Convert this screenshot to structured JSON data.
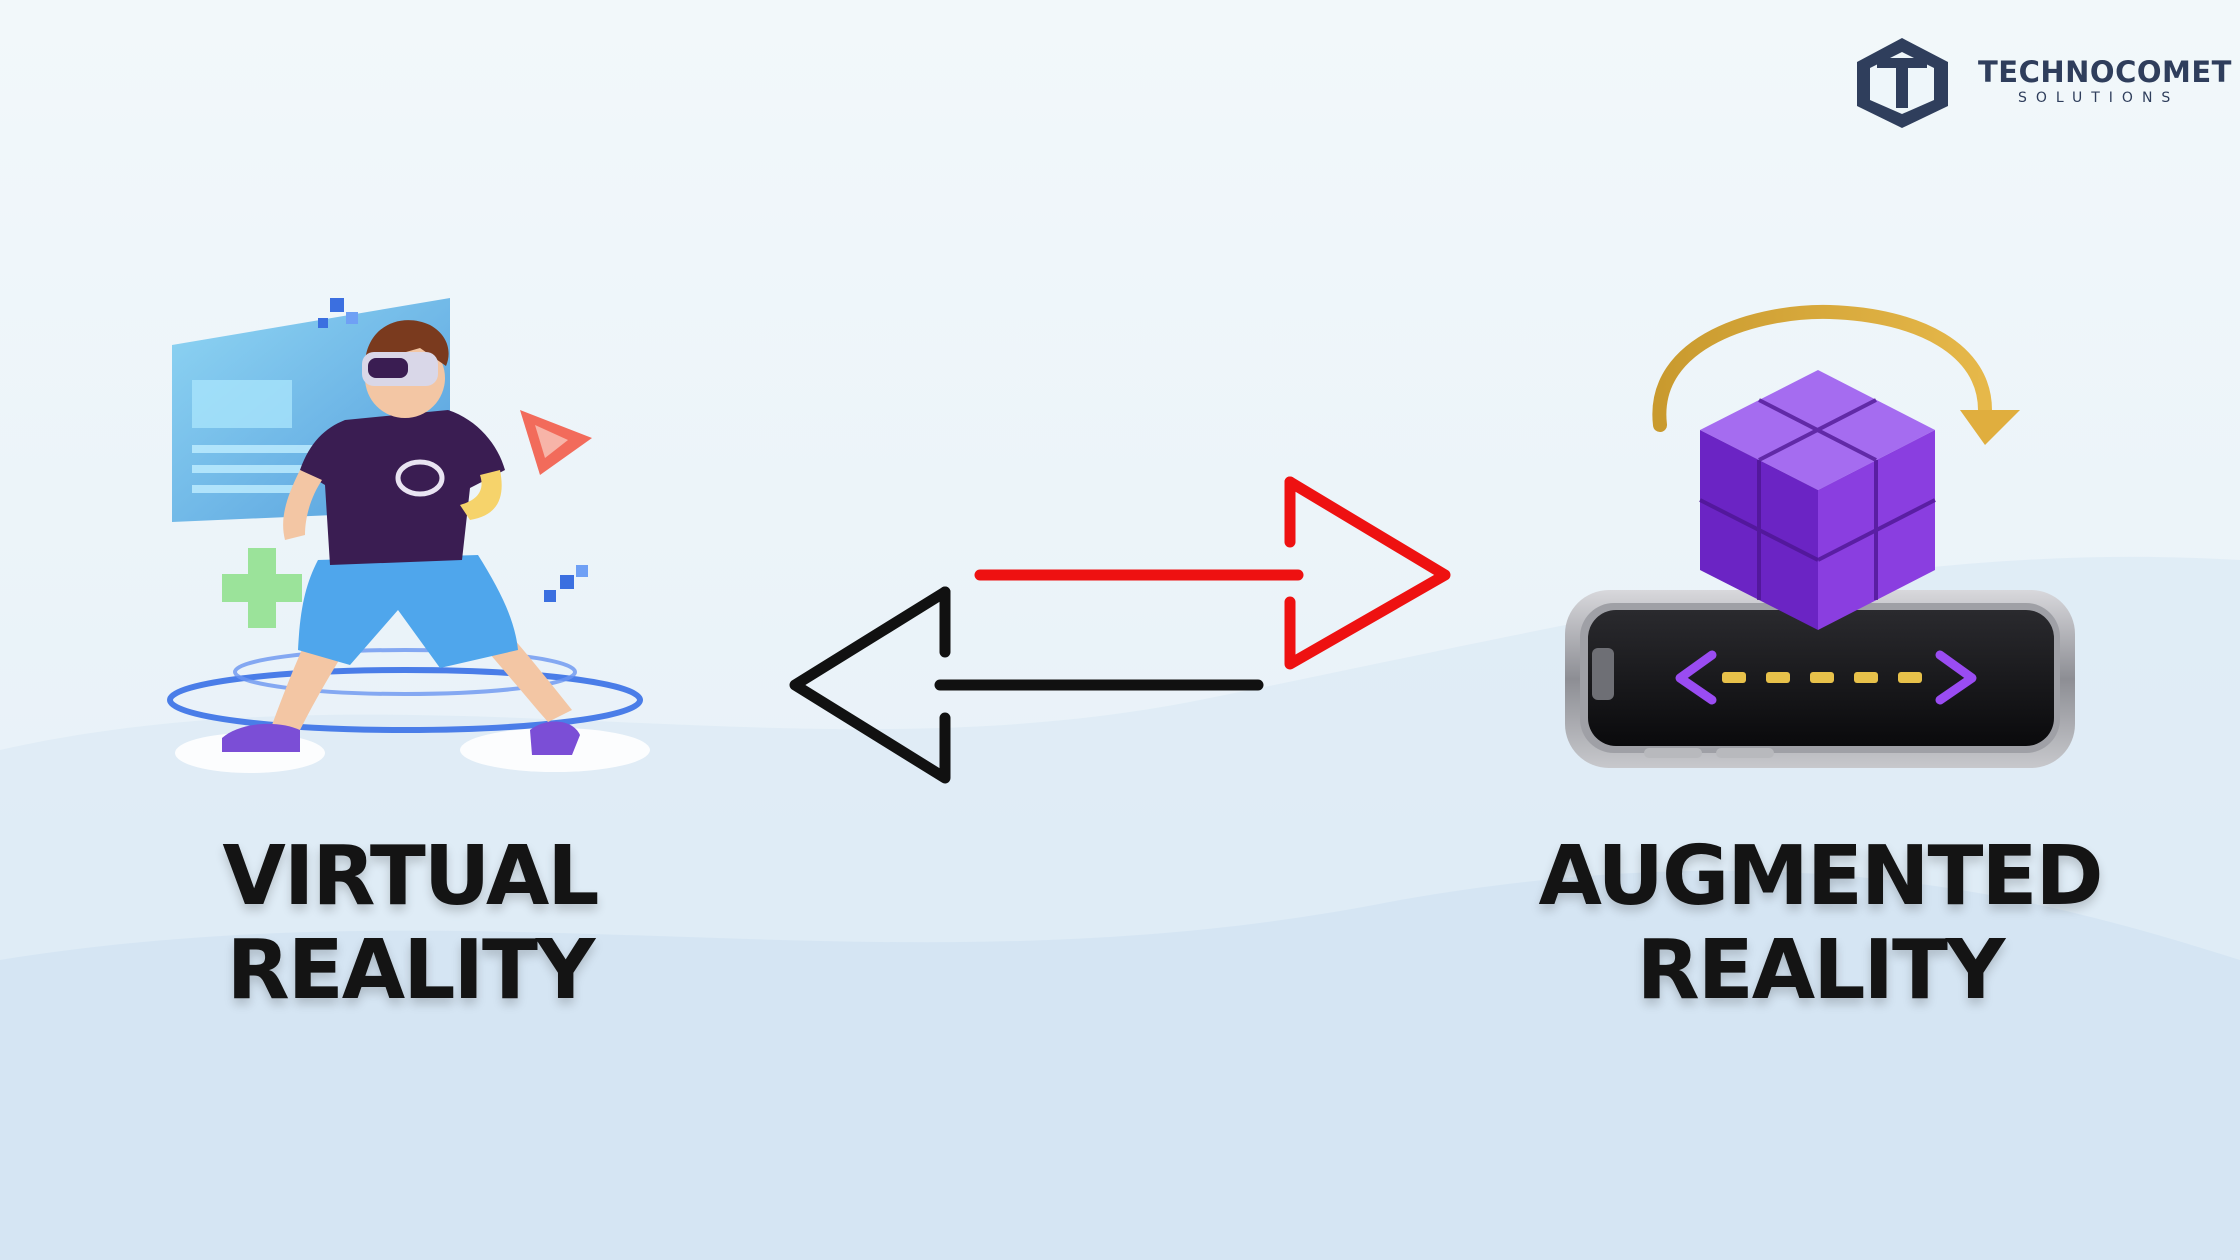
{
  "brand": {
    "name": "TECHNOCOMET",
    "tagline": "SOLUTIONS",
    "logo_icon": "technocomet-logo-icon"
  },
  "left": {
    "title_line1": "VIRTUAL",
    "title_line2": "REALITY",
    "illustration": "vr-headset-person-illustration"
  },
  "right": {
    "title_line1": "AUGMENTED",
    "title_line2": "REALITY",
    "illustration": "ar-cube-on-phone-illustration"
  },
  "arrows": {
    "top": {
      "direction": "right",
      "color": "#ee1111"
    },
    "bottom": {
      "direction": "left",
      "color": "#111111"
    }
  },
  "colors": {
    "background": "#eef6fa",
    "text": "#141414",
    "brand": "#2f3e5c",
    "cube": "#7a2fd6",
    "rotate_arrow": "#d4a33a"
  }
}
